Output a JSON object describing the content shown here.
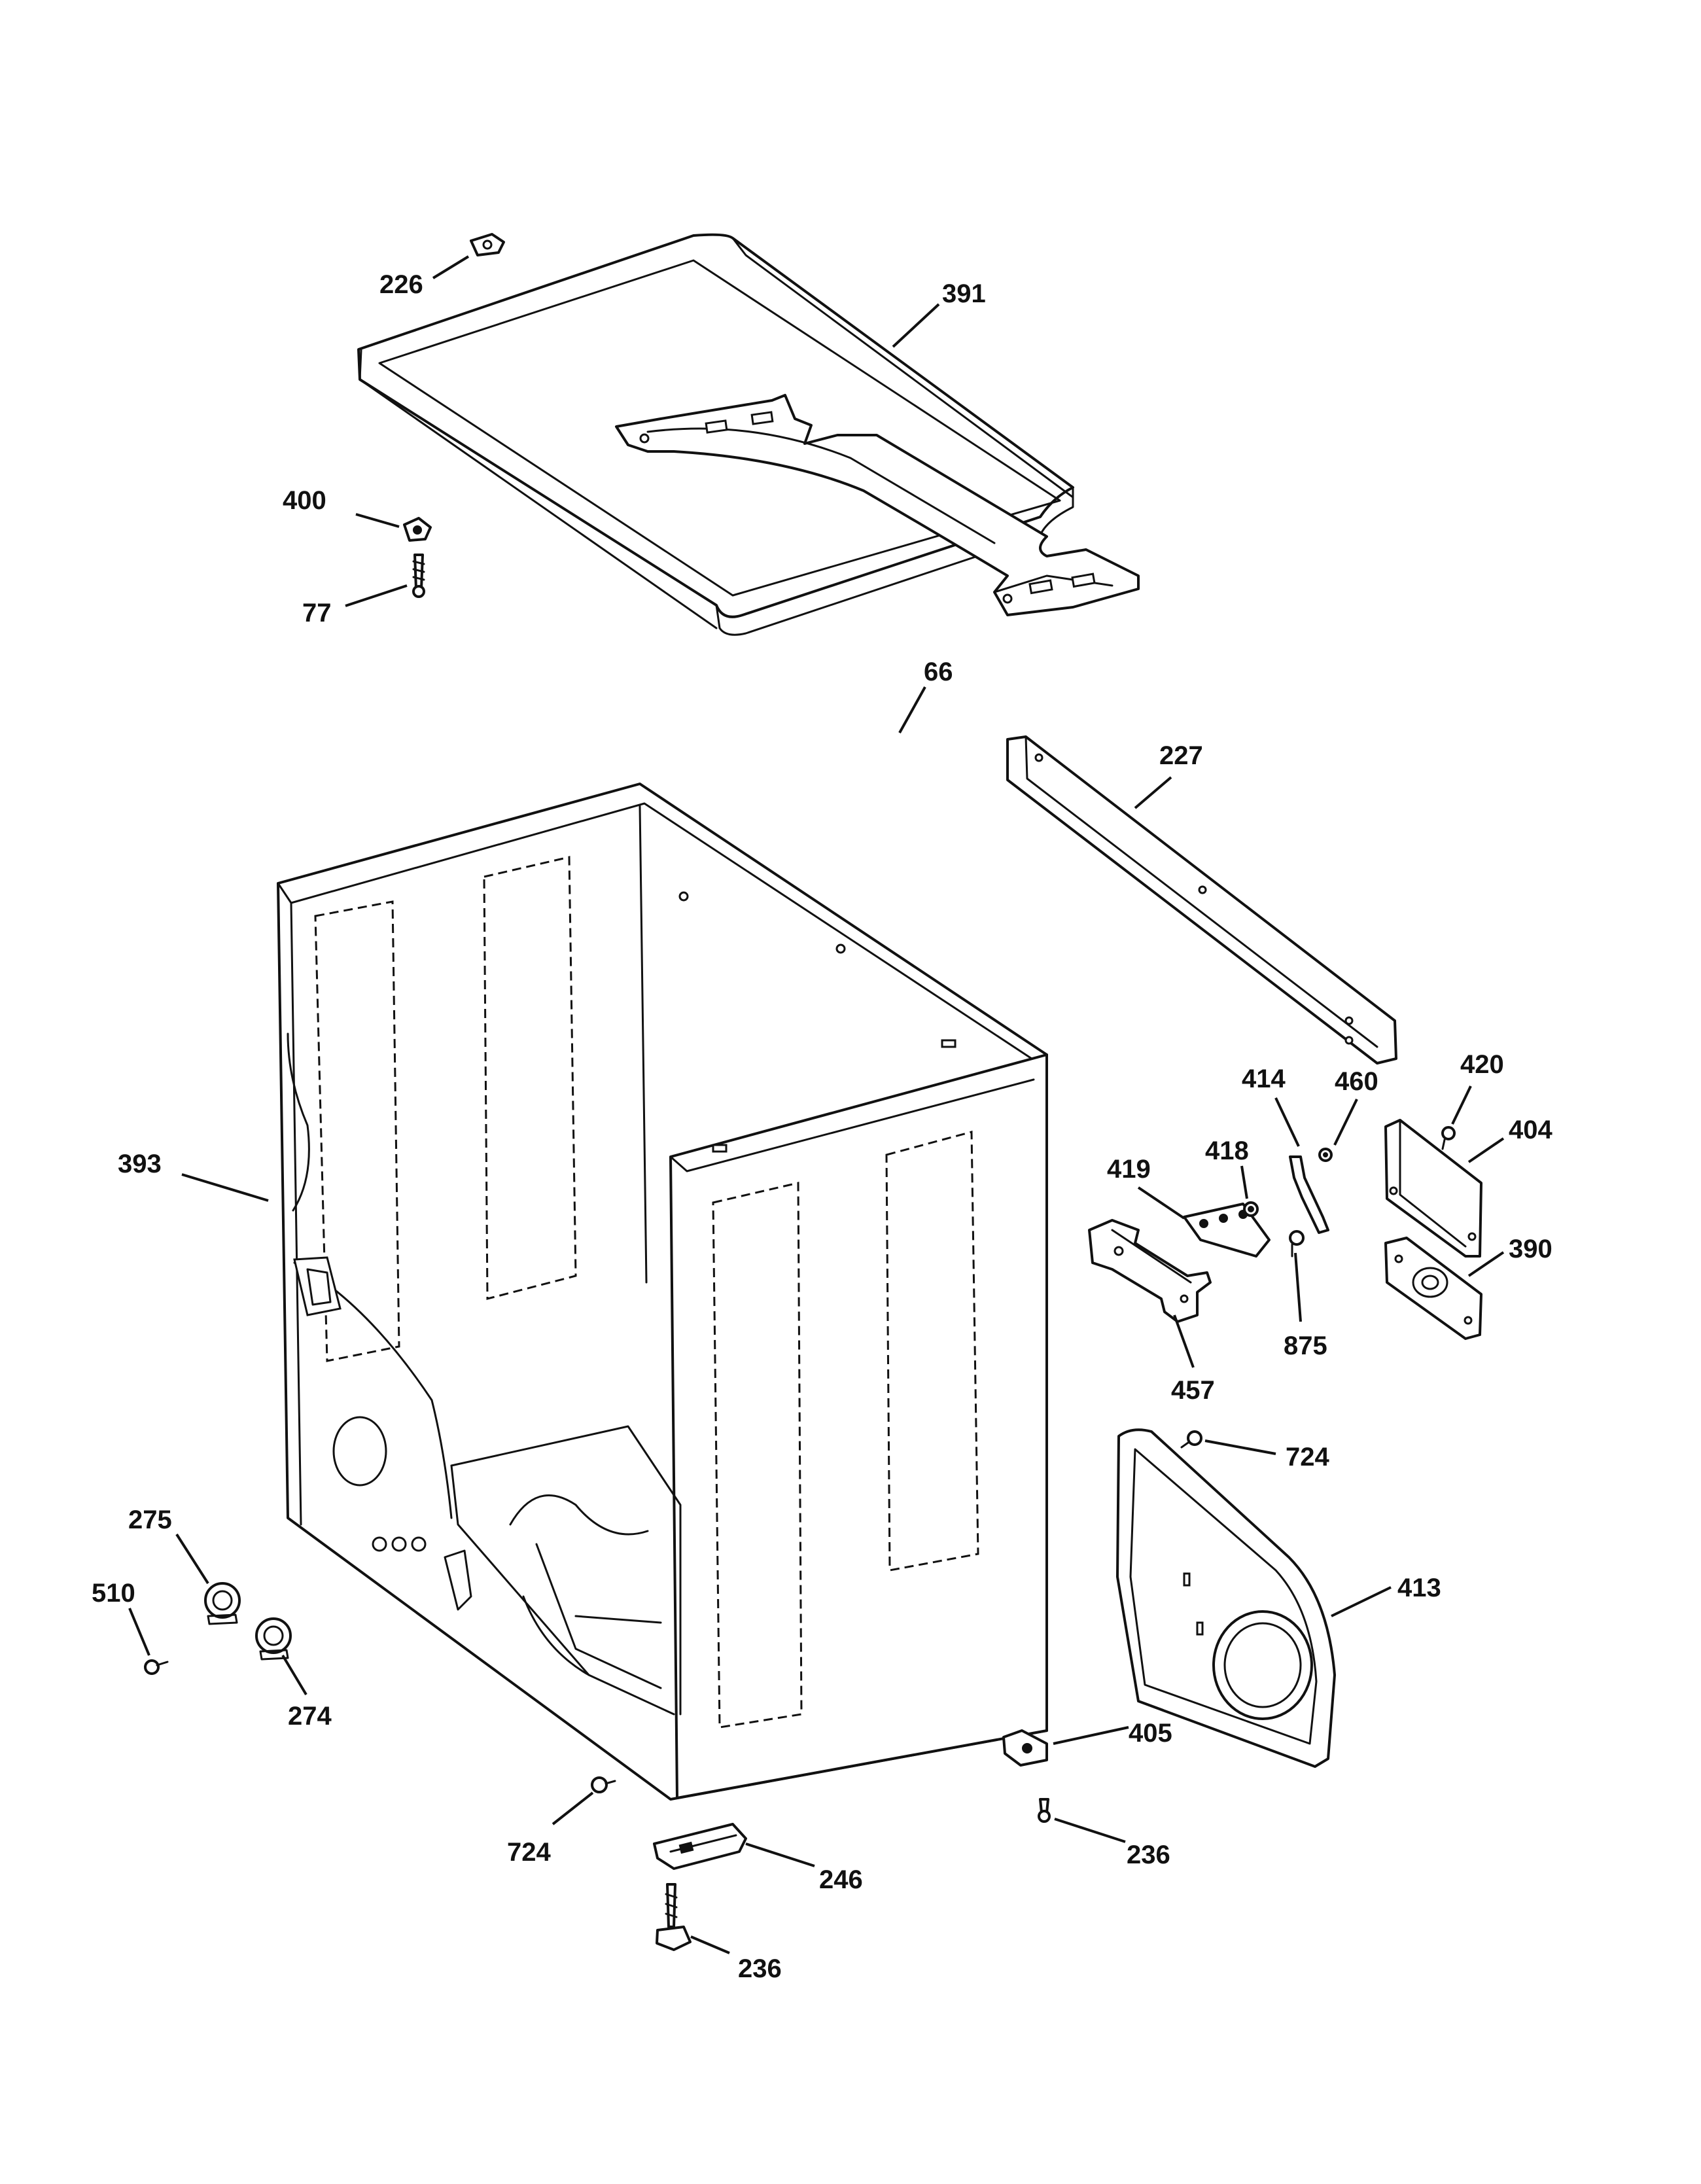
{
  "callouts": {
    "c226": "226",
    "c391": "391",
    "c400": "400",
    "c77": "77",
    "c66": "66",
    "c227": "227",
    "c393": "393",
    "c414": "414",
    "c460": "460",
    "c420": "420",
    "c404": "404",
    "c418": "418",
    "c419": "419",
    "c390": "390",
    "c875": "875",
    "c457": "457",
    "c724_right": "724",
    "c275": "275",
    "c510": "510",
    "c274": "274",
    "c413": "413",
    "c405": "405",
    "c724_bottom": "724",
    "c236_right": "236",
    "c246": "246",
    "c236_bottom": "236"
  }
}
